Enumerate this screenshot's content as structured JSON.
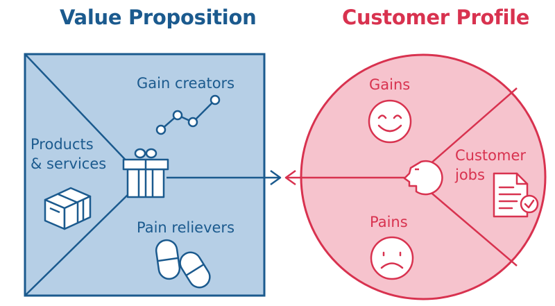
{
  "titles": {
    "value_proposition": "Value Proposition",
    "customer_profile": "Customer Profile"
  },
  "value_proposition": {
    "gain_creators": "Gain creators",
    "products_services": [
      "Products",
      "& services"
    ],
    "pain_relievers": "Pain relievers"
  },
  "customer_profile": {
    "gains": "Gains",
    "customer_jobs": [
      "Customer",
      "jobs"
    ],
    "pains": "Pains"
  },
  "icons": {
    "gain_creators": "rising-trend-icon",
    "products_services": "box-icon",
    "pain_relievers": "pills-icon",
    "center": "gift-icon",
    "gains": "smiley-face-icon",
    "pains": "sad-face-icon",
    "customer": "customer-head-icon",
    "customer_jobs": "checklist-document-icon"
  },
  "colors": {
    "blue": "#1b5a8e",
    "blue_fill": "#b6cfe6",
    "red": "#d8324f",
    "red_fill": "#f6c3cd"
  }
}
